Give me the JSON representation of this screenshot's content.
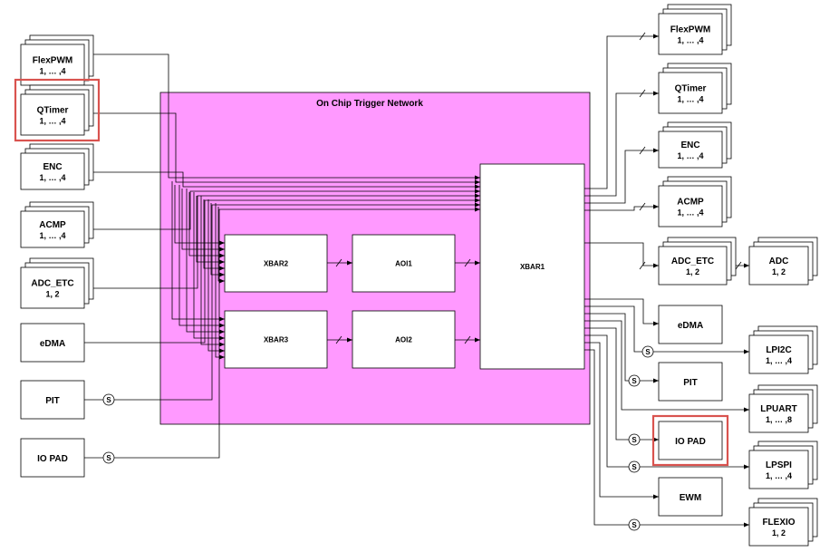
{
  "network": {
    "title": "On Chip Trigger Network"
  },
  "colors": {
    "network_fill": "#ff99ff",
    "highlight": "#d9534f",
    "stroke": "#000000"
  },
  "inner_blocks": {
    "xbar2": "XBAR2",
    "xbar3": "XBAR3",
    "aoi1": "AOI1",
    "aoi2": "AOI2",
    "xbar1": "XBAR1"
  },
  "sync_label": "S",
  "inputs": [
    {
      "id": "flexpwm",
      "label": "FlexPWM",
      "sub": "1, … ,4",
      "stacked": true
    },
    {
      "id": "qtimer",
      "label": "QTimer",
      "sub": "1, … ,4",
      "stacked": true,
      "highlighted": true
    },
    {
      "id": "enc",
      "label": "ENC",
      "sub": "1, … ,4",
      "stacked": true
    },
    {
      "id": "acmp",
      "label": "ACMP",
      "sub": "1, … ,4",
      "stacked": true
    },
    {
      "id": "adc-etc",
      "label": "ADC_ETC",
      "sub": "1, 2",
      "stacked": true
    },
    {
      "id": "edma",
      "label": "eDMA",
      "sub": "",
      "stacked": false
    },
    {
      "id": "pit",
      "label": "PIT",
      "sub": "",
      "stacked": false,
      "sync": true
    },
    {
      "id": "io-pad",
      "label": "IO PAD",
      "sub": "",
      "stacked": false,
      "sync": true
    }
  ],
  "outputs": [
    {
      "id": "flexpwm",
      "label": "FlexPWM",
      "sub": "1, … ,4",
      "stacked": true
    },
    {
      "id": "qtimer",
      "label": "QTimer",
      "sub": "1, … ,4",
      "stacked": true
    },
    {
      "id": "enc",
      "label": "ENC",
      "sub": "1, … ,4",
      "stacked": true
    },
    {
      "id": "acmp",
      "label": "ACMP",
      "sub": "1, … ,4",
      "stacked": true
    },
    {
      "id": "adc-etc",
      "label": "ADC_ETC",
      "sub": "1, 2",
      "stacked": true
    },
    {
      "id": "adc",
      "label": "ADC",
      "sub": "1, 2",
      "stacked": true
    },
    {
      "id": "edma",
      "label": "eDMA",
      "sub": "",
      "stacked": false
    },
    {
      "id": "lpi2c",
      "label": "LPI2C",
      "sub": "1, … ,4",
      "stacked": true,
      "sync": true
    },
    {
      "id": "pit",
      "label": "PIT",
      "sub": "",
      "stacked": false,
      "sync": true
    },
    {
      "id": "lpuart",
      "label": "LPUART",
      "sub": "1, … ,8",
      "stacked": true
    },
    {
      "id": "io-pad",
      "label": "IO PAD",
      "sub": "",
      "stacked": false,
      "highlighted": true,
      "sync": true
    },
    {
      "id": "lpspi",
      "label": "LPSPI",
      "sub": "1, … ,4",
      "stacked": true,
      "sync": true
    },
    {
      "id": "ewm",
      "label": "EWM",
      "sub": "",
      "stacked": false
    },
    {
      "id": "flexio",
      "label": "FLEXIO",
      "sub": "1, 2",
      "stacked": true,
      "sync": true
    }
  ]
}
